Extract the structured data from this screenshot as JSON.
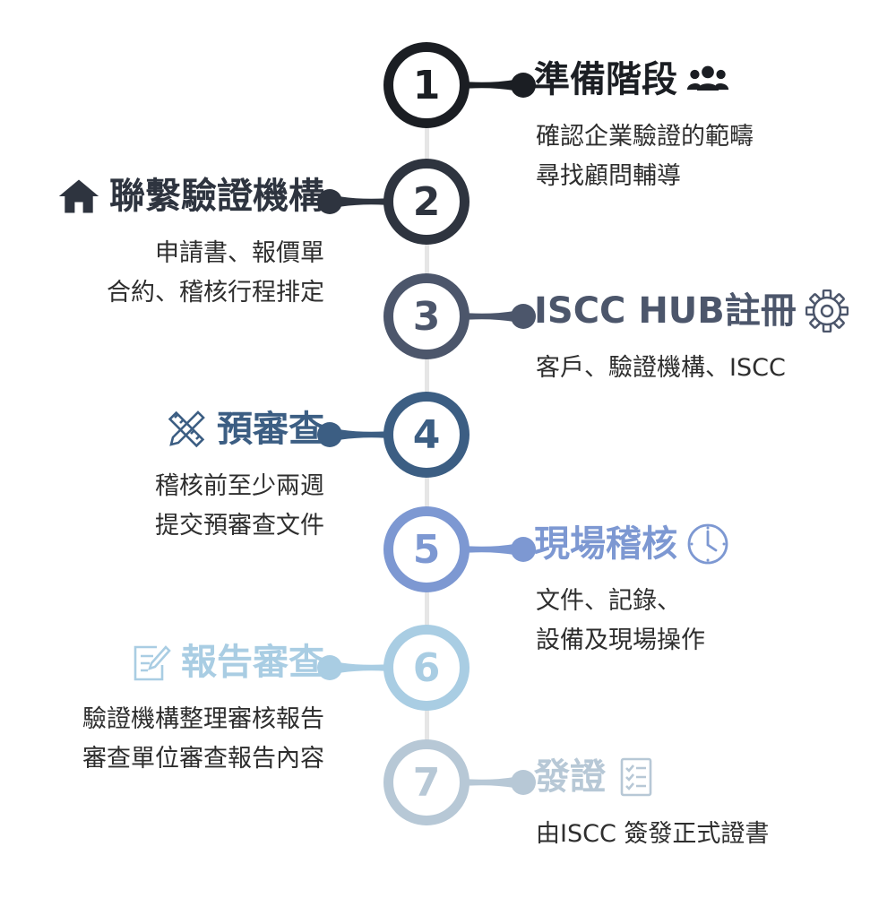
{
  "steps": [
    {
      "number": "1",
      "title": "準備階段",
      "lines": [
        "確認企業驗證的範疇",
        "尋找顧問輔導"
      ],
      "icon": "users-icon",
      "color": "#1b1e23"
    },
    {
      "number": "2",
      "title": "聯繫驗證機構",
      "lines": [
        "申請書、報價單",
        "合約、稽核行程排定"
      ],
      "icon": "home-icon",
      "color": "#2e343f"
    },
    {
      "number": "3",
      "title": "ISCC HUB註冊",
      "lines": [
        "客戶、驗證機構、ISCC"
      ],
      "icon": "gear-icon",
      "color": "#4c566b"
    },
    {
      "number": "4",
      "title": "預審查",
      "lines": [
        "稽核前至少兩週",
        "提交預審查文件"
      ],
      "icon": "ruler-pencil-icon",
      "color": "#3c5e83"
    },
    {
      "number": "5",
      "title": "現場稽核",
      "lines": [
        "文件、記錄、",
        "設備及現場操作"
      ],
      "icon": "clock-icon",
      "color": "#7d98d2"
    },
    {
      "number": "6",
      "title": "報告審查",
      "lines": [
        "驗證機構整理審核報告",
        "審查單位審查報告內容"
      ],
      "icon": "edit-document-icon",
      "color": "#a9cde3"
    },
    {
      "number": "7",
      "title": "發證",
      "lines": [
        "由ISCC 簽發正式證書"
      ],
      "icon": "checklist-icon",
      "color": "#b7c8d6"
    }
  ]
}
